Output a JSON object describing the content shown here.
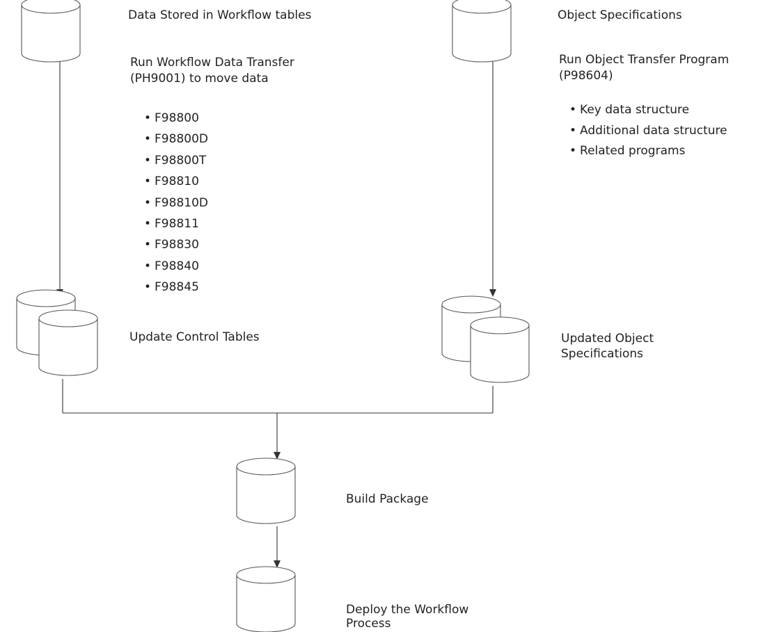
{
  "nodes": {
    "workflow_tables": {
      "label": "Data Stored in Workflow tables"
    },
    "object_specs": {
      "label": "Object Specifications"
    },
    "control_tables": {
      "label": "Update Control Tables"
    },
    "updated_specs": {
      "label_line1": "Updated Object",
      "label_line2": "Specifications"
    },
    "build_package": {
      "label": "Build Package"
    },
    "deploy": {
      "label_line1": "Deploy the Workflow",
      "label_line2": "Process"
    }
  },
  "steps": {
    "workflow_transfer": {
      "line1": "Run Workflow Data Transfer",
      "line2": "(PH9001) to move data",
      "tables": [
        "F98800",
        "F98800D",
        "F98800T",
        "F98810",
        "F98810D",
        "F98811",
        "F98830",
        "F98840",
        "F98845"
      ]
    },
    "object_transfer": {
      "line1": "Run Object Transfer Program",
      "line2": "(P98604)",
      "items": [
        "Key data structure",
        "Additional data structure",
        "Related programs"
      ]
    }
  }
}
